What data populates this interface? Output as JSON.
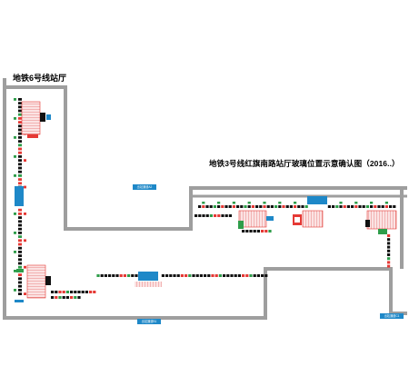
{
  "title_station": "地铁6号线站厅",
  "title_main": "地铁3号线红旗南路站厅玻璃位置示意确认图（2016..）",
  "exit_labels": [
    "出站通道A2",
    "出站通道B1",
    "出站通道C1"
  ],
  "colors": {
    "wall": "#9e9e9e",
    "platform_blue": "#1e88c8",
    "seg_red": "#e53935",
    "seg_green": "#2e9d4a",
    "seg_black": "#111111",
    "hatch_pink": "#f2a6a6"
  }
}
